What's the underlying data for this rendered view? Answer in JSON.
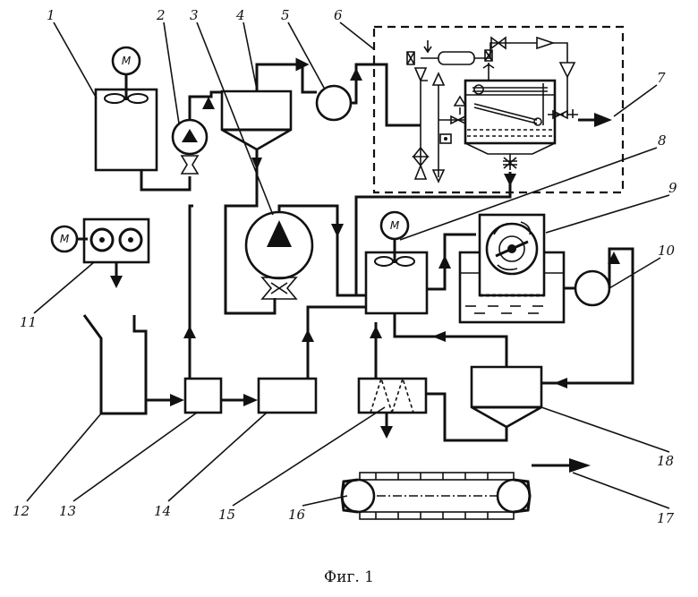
{
  "motor_symbol": "M",
  "caption": "Фиг. 1",
  "labels": [
    "1",
    "2",
    "3",
    "4",
    "5",
    "6",
    "7",
    "8",
    "9",
    "10",
    "11",
    "12",
    "13",
    "14",
    "15",
    "16",
    "17",
    "18"
  ]
}
